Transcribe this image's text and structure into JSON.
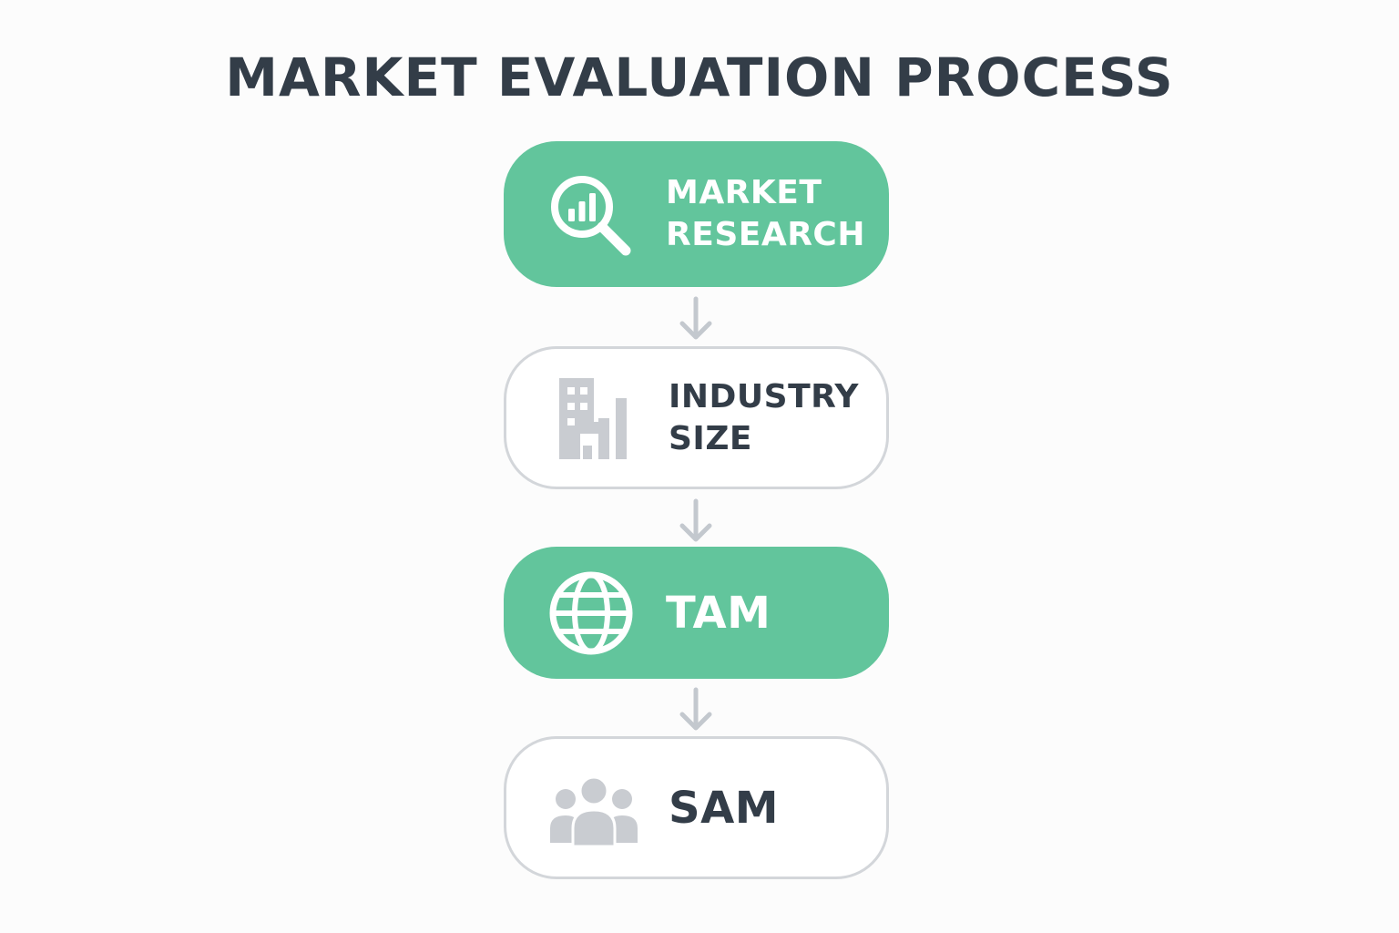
{
  "title": "MARKET EVALUATION PROCESS",
  "colors": {
    "accent": "#62c59c",
    "text_dark": "#333d48",
    "outline": "#d3d6da",
    "icon_gray": "#c9ccd1",
    "arrow": "#c3c8ce"
  },
  "steps": [
    {
      "label": "MARKET\nRESEARCH",
      "icon": "magnifier-chart-icon",
      "style": "filled"
    },
    {
      "label": "INDUSTRY\nSIZE",
      "icon": "buildings-bar-chart-icon",
      "style": "outlined"
    },
    {
      "label": "TAM",
      "icon": "globe-icon",
      "style": "filled"
    },
    {
      "label": "SAM",
      "icon": "people-group-icon",
      "style": "outlined"
    }
  ]
}
